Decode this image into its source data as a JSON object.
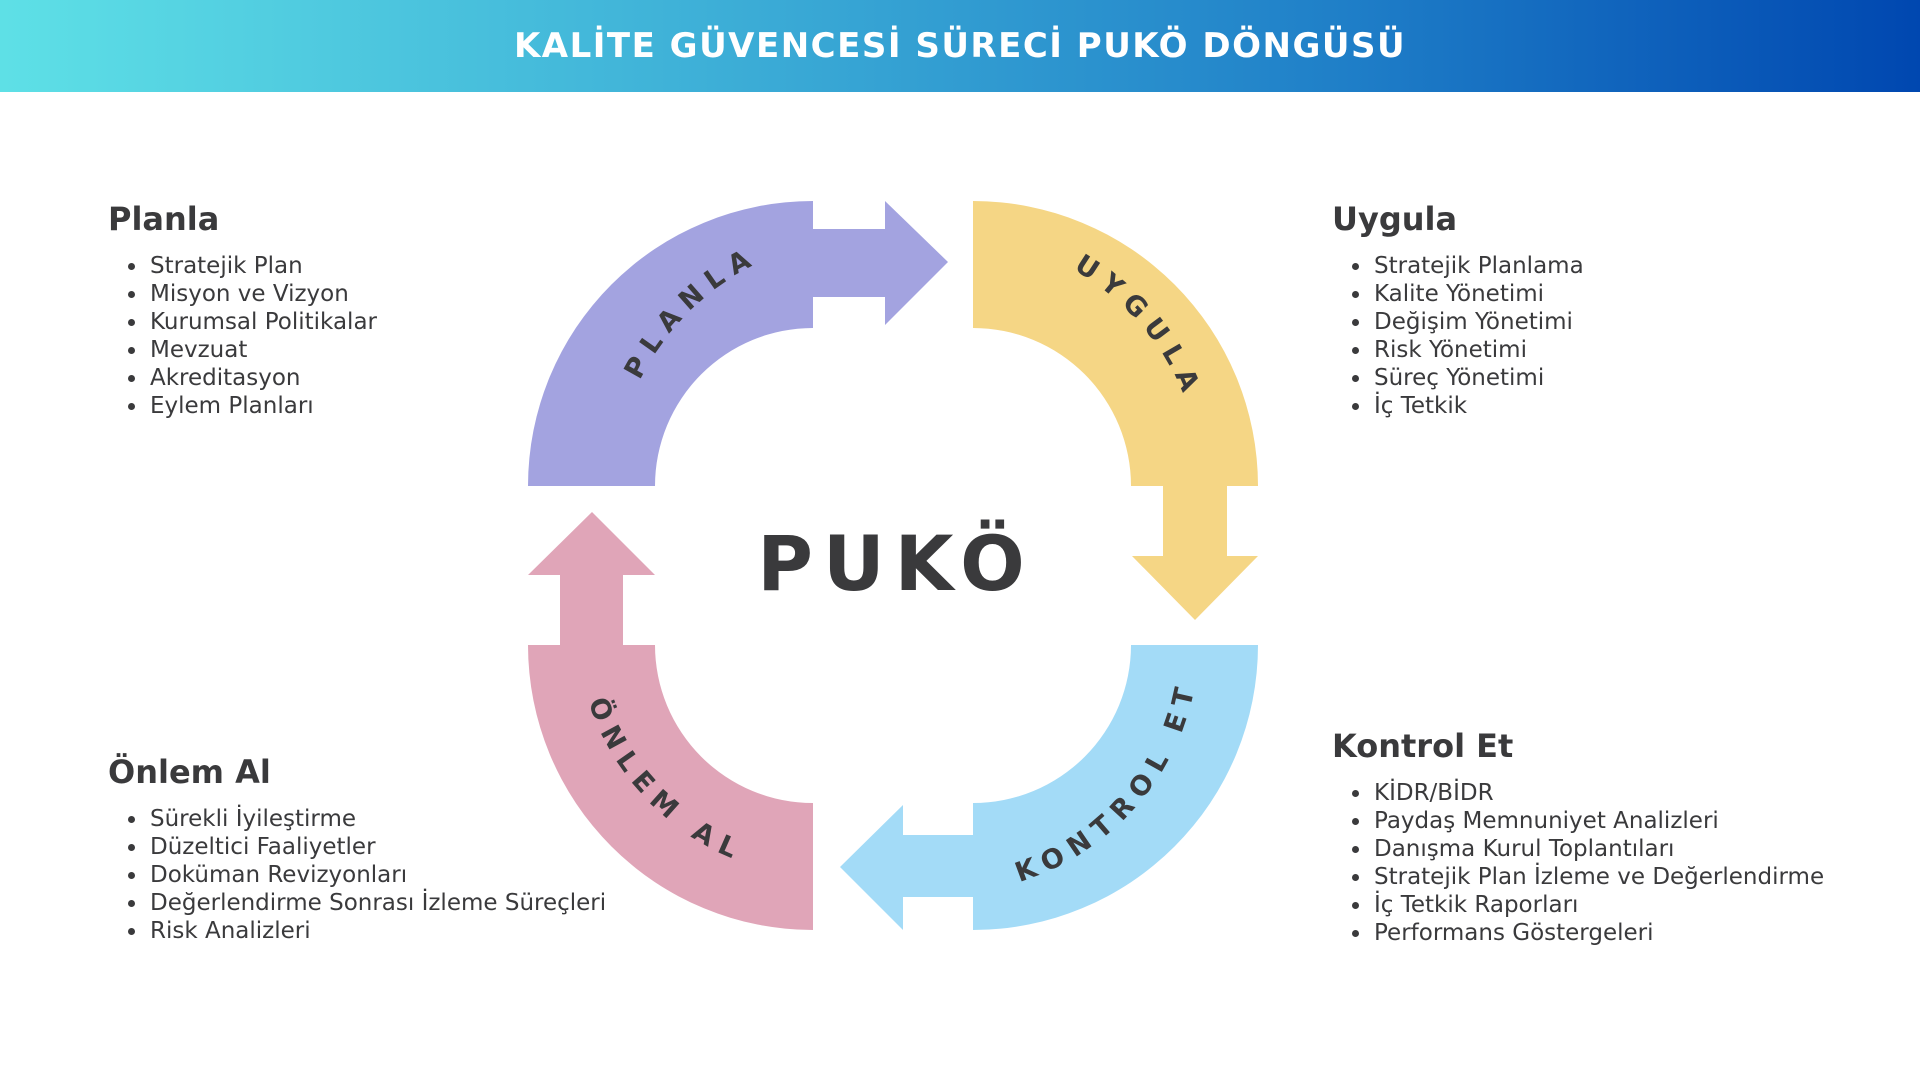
{
  "title": "KALİTE GÜVENCESİ SÜRECİ PUKÖ DÖNGÜSÜ",
  "center": "PUKÖ",
  "cycle": {
    "planla": {
      "label": "PLANLA",
      "color": "#a3a3e0"
    },
    "uygula": {
      "label": "UYGULA",
      "color": "#f5d685"
    },
    "kontrol": {
      "label": "KONTROL ET",
      "color": "#a3dbf7"
    },
    "onlem": {
      "label": "ÖNLEM AL",
      "color": "#e0a5b8"
    }
  },
  "planla": {
    "heading": "Planla",
    "items": [
      "Stratejik Plan",
      "Misyon ve Vizyon",
      "Kurumsal Politikalar",
      "Mevzuat",
      "Akreditasyon",
      "Eylem Planları"
    ]
  },
  "uygula": {
    "heading": "Uygula",
    "items": [
      "Stratejik Planlama",
      "Kalite Yönetimi",
      "Değişim Yönetimi",
      "Risk Yönetimi",
      "Süreç Yönetimi",
      "İç Tetkik"
    ]
  },
  "onlem": {
    "heading": "Önlem Al",
    "items": [
      "Sürekli İyileştirme",
      "Düzeltici Faaliyetler",
      "Doküman Revizyonları",
      "Değerlendirme Sonrası İzleme Süreçleri",
      "Risk Analizleri"
    ]
  },
  "kontrol": {
    "heading": "Kontrol Et",
    "items": [
      "KİDR/BİDR",
      "Paydaş Memnuniyet Analizleri",
      "Danışma Kurul Toplantıları",
      "Stratejik Plan İzleme ve Değerlendirme",
      "İç Tetkik Raporları",
      "Performans Göstergeleri"
    ]
  }
}
